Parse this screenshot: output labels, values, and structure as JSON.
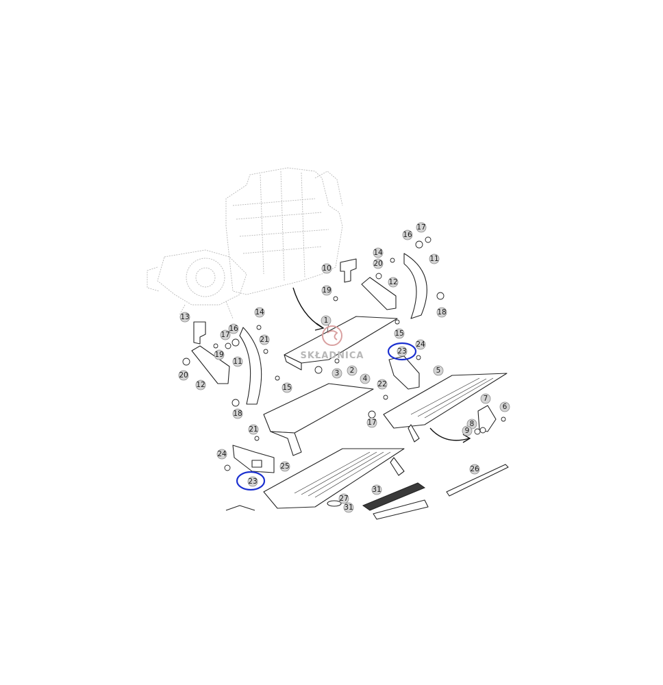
{
  "callouts": [
    {
      "id": "c1",
      "label": "1"
    },
    {
      "id": "c2",
      "label": "2"
    },
    {
      "id": "c3",
      "label": "3"
    },
    {
      "id": "c4",
      "label": "4"
    },
    {
      "id": "c5",
      "label": "5"
    },
    {
      "id": "c6",
      "label": "6"
    },
    {
      "id": "c7",
      "label": "7"
    },
    {
      "id": "c8",
      "label": "8"
    },
    {
      "id": "c9",
      "label": "9"
    },
    {
      "id": "c10",
      "label": "10"
    },
    {
      "id": "c11a",
      "label": "11"
    },
    {
      "id": "c11b",
      "label": "11"
    },
    {
      "id": "c12a",
      "label": "12"
    },
    {
      "id": "c12b",
      "label": "12"
    },
    {
      "id": "c13",
      "label": "13"
    },
    {
      "id": "c14a",
      "label": "14"
    },
    {
      "id": "c14b",
      "label": "14"
    },
    {
      "id": "c15a",
      "label": "15"
    },
    {
      "id": "c15b",
      "label": "15"
    },
    {
      "id": "c16a",
      "label": "16"
    },
    {
      "id": "c16b",
      "label": "16"
    },
    {
      "id": "c17a",
      "label": "17"
    },
    {
      "id": "c17b",
      "label": "17"
    },
    {
      "id": "c17c",
      "label": "17"
    },
    {
      "id": "c18a",
      "label": "18"
    },
    {
      "id": "c18b",
      "label": "18"
    },
    {
      "id": "c19a",
      "label": "19"
    },
    {
      "id": "c19b",
      "label": "19"
    },
    {
      "id": "c20a",
      "label": "20"
    },
    {
      "id": "c20b",
      "label": "20"
    },
    {
      "id": "c21a",
      "label": "21"
    },
    {
      "id": "c21b",
      "label": "21"
    },
    {
      "id": "c22",
      "label": "22"
    },
    {
      "id": "c23a",
      "label": "23"
    },
    {
      "id": "c23b",
      "label": "23"
    },
    {
      "id": "c24a",
      "label": "24"
    },
    {
      "id": "c24b",
      "label": "24"
    },
    {
      "id": "c25",
      "label": "25"
    },
    {
      "id": "c26",
      "label": "26"
    },
    {
      "id": "c27",
      "label": "27"
    },
    {
      "id": "c31a",
      "label": "31"
    },
    {
      "id": "c31b",
      "label": "31"
    }
  ],
  "watermark": {
    "text": "SKŁADNICA"
  },
  "colors": {
    "highlight": "#1a2fd0",
    "callout_fill": "#d4d4d4"
  }
}
